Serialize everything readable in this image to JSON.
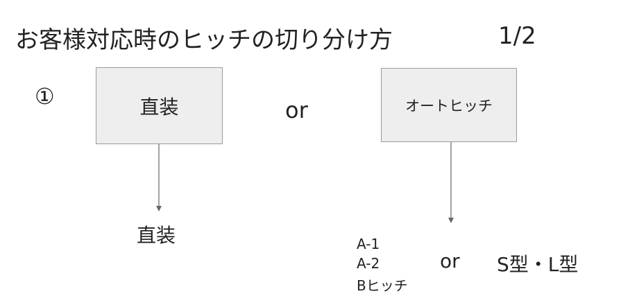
{
  "slide": {
    "title": "お客様対応時のヒッチの切り分け方",
    "page_number": "1/2",
    "step_marker": "①"
  },
  "diagram": {
    "box_direct": "直装",
    "box_auto_hitch": "オートヒッチ",
    "connector_or": "or",
    "result_direct": "直装",
    "auto_hitch_options": [
      "A-1",
      "A-2",
      "Bヒッチ"
    ],
    "options_or": "or",
    "shape_types": "S型・L型"
  },
  "colors": {
    "box_fill": "#eeeeee",
    "box_border": "#9a9a9a",
    "arrow": "#666666",
    "text": "#222222"
  }
}
